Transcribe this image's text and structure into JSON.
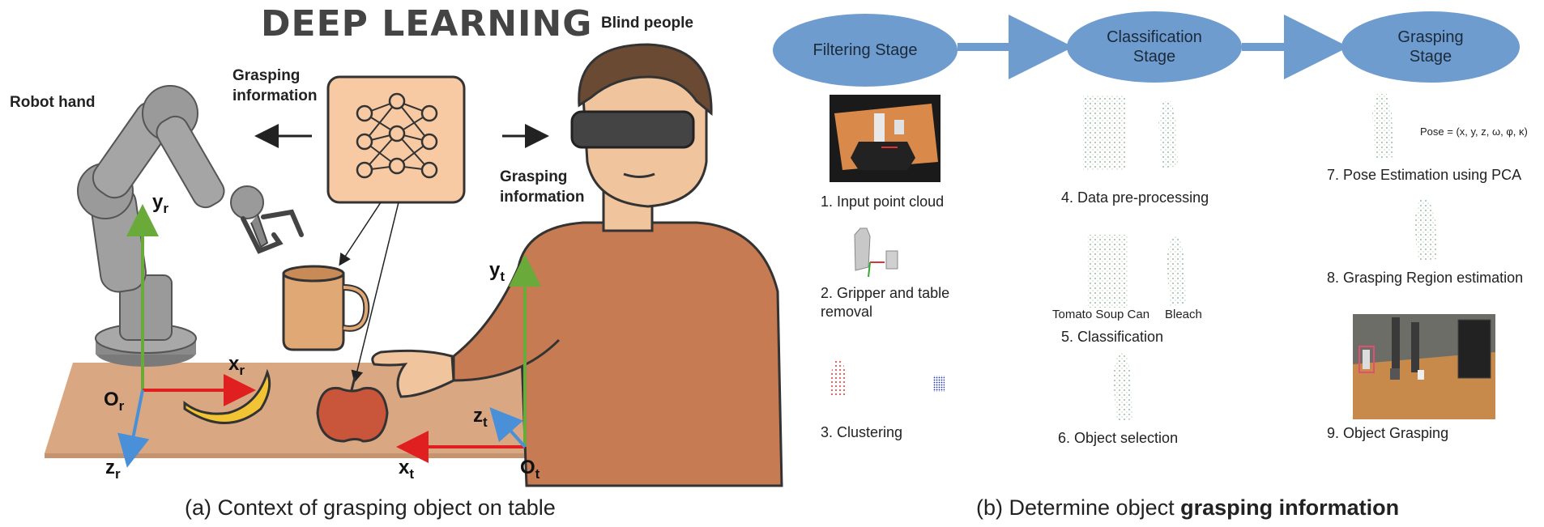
{
  "left_panel": {
    "title": "DEEP LEARNING",
    "robot_hand_label": "Robot hand",
    "blind_people_label": "Blind people",
    "grasping_info_left": [
      "Grasping",
      "information"
    ],
    "grasping_info_right": [
      "Grasping",
      "information"
    ],
    "robot_axes": {
      "y": "y",
      "y_sub": "r",
      "x": "x",
      "x_sub": "r",
      "z": "z",
      "z_sub": "r",
      "o": "O",
      "o_sub": "r"
    },
    "person_axes": {
      "y": "y",
      "y_sub": "t",
      "x": "x",
      "x_sub": "t",
      "z": "z",
      "z_sub": "t",
      "o": "O",
      "o_sub": "t"
    },
    "caption": "(a) Context of grasping object on table"
  },
  "right_panel": {
    "stages": [
      {
        "line1": "Filtering Stage",
        "line2": ""
      },
      {
        "line1": "Classification",
        "line2": "Stage"
      },
      {
        "line1": "Grasping",
        "line2": "Stage"
      }
    ],
    "steps": {
      "s1": "1. Input point cloud",
      "s2a": "2. Gripper and table",
      "s2b": "removal",
      "s3": "3. Clustering",
      "s4": "4. Data pre-processing",
      "s5": "5. Classification",
      "s6": "6. Object selection",
      "s7": "7. Pose Estimation using PCA",
      "s8": "8. Grasping Region estimation",
      "s9": "9. Object Grasping"
    },
    "class_labels": {
      "tomato": "Tomato Soup Can",
      "bleach": "Bleach"
    },
    "pose_formula": "Pose = (x, y, z, ω, φ, κ)",
    "caption_prefix": "(b) Determine object ",
    "caption_bold": "grasping information"
  },
  "colors": {
    "stage_ellipse": "#6f9ccf",
    "arrow_blue": "#6f9ccf",
    "axis_green": "#6aaa3a",
    "axis_red": "#e02020",
    "axis_blue": "#4a90d9",
    "table": "#d9a882",
    "shirt": "#c67b52",
    "skin": "#f0c49d"
  }
}
